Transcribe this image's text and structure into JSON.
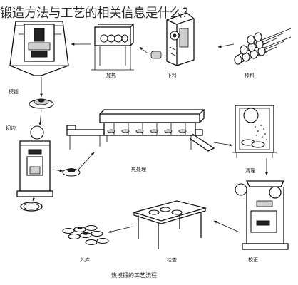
{
  "title": "锻造方法与工艺的相关信息是什么？",
  "labels": {
    "heating": "加热",
    "blanking": "下料",
    "raw_material": "棒料",
    "forging": "模锻",
    "trimming": "切边",
    "heat_treatment": "热处理",
    "cleaning": "清理",
    "calibration": "校正",
    "inspection": "检查",
    "storage": "入库",
    "caption": "热模锻的工艺流程"
  }
}
